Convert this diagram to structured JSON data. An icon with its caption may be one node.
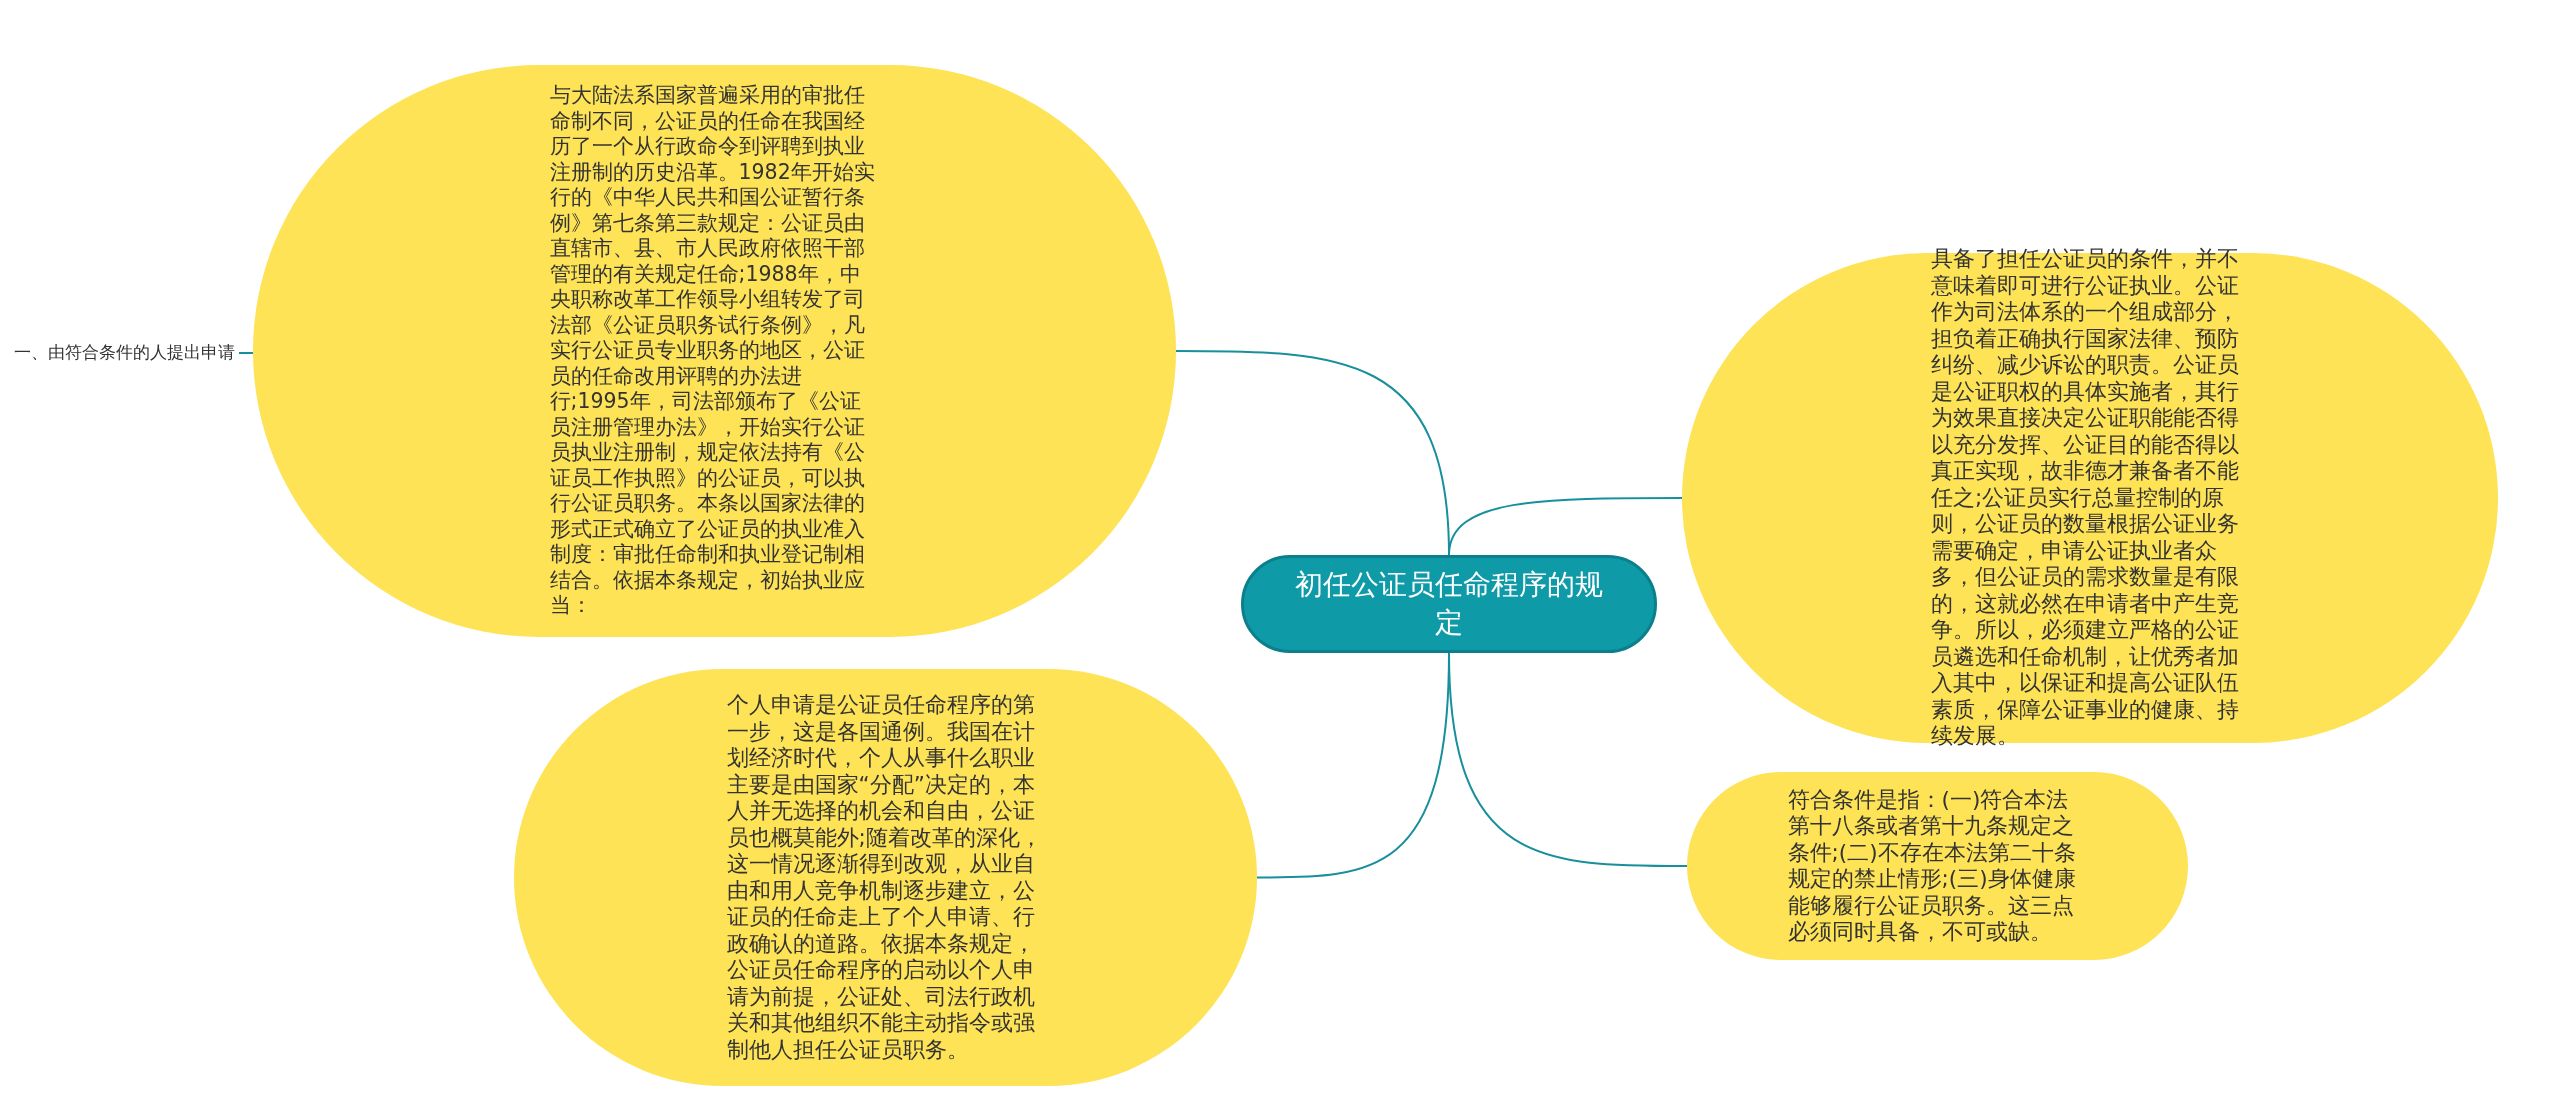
{
  "diagram": {
    "nodes": [
      {
        "text": [
          "初任公证员任命程序的规定"
        ]
      },
      {
        "text": [
          "与大陆法系国家普遍采用的审批任命制不同，公证员的任命在我国经历了一个从行政命令到评聘到执业注册制的历史沿革。1982年开始实行的《中华人民共和国公证暂行条例》第七条第三款规定：公证员由直辖市、县、市人民政府依照干部管理的有关规定任命;1988年，中央职称改革工作领导小组转发了司法部《公证员职务试行条例》，凡实行公证员专业职务的地区，公证员的任命改用评聘的办法进行;1995年，司法部颁布了《公证员注册管理办法》，开始实行公证员执业注册制，规定依法持有《公证员工作执照》的公证员，可以执行公证员职务。本条以国家法律的形式正式确立了公证员的执业准入制度：审批任命制和执业登记制相结合。依据本条规定，初始执业应当："
        ]
      },
      {
        "text": [
          "一、由符合条件的人提出申请"
        ]
      },
      {
        "text": [
          "个人申请是公证员任命程序的第一步，这是各国通例。我国在计划经济时代，个人从事什么职业主要是由国家“分配”决定的，本人并无选择的机会和自由，公证员也概莫能外;随着改革的深化，这一情况逐渐得到改观，从业自由和用人竞争机制逐步建立，公证员的任命走上了个人申请、行政确认的道路。依据本条规定，公证员任命程序的启动以个人申请为前提，公证处、司法行政机关和其他组织不能主动指令或强制他人担任公证员职务。"
        ]
      },
      {
        "text": [
          "具备了担任公证员的条件，并不意味着即可进行公证执业。公证作为司法体系的一个组成部分，担负着正确执行国家法律、预防纠纷、减少诉讼的职责。公证员是公证职权的具体实施者，其行为效果直接决定公证职能能否得以充分发挥、公证目的能否得以真正实现，故非德才兼备者不能任之;公证员实行总量控制的原则，公证员的数量根据公证业务需要确定，申请公证执业者众多，但公证员的需求数量是有限的，这就必然在申请者中产生竞争。所以，必须建立严格的公证员遴选和任命机制，让优秀者加入其中，以保证和提高公证队伍素质，保障公证事业的健康、持续发展。"
        ]
      },
      {
        "text": [
          "符合条件是指：(一)符合本法第十八条或者第十九条规定之条件;(二)不存在本法第二十条规定的禁止情形;(三)身体健康能够履行公证员职务。这三点必须同时具备，不可或缺。"
        ]
      }
    ],
    "edges": [
      {
        "from": 0,
        "to": 1,
        "arrow": "none"
      },
      {
        "from": 1,
        "to": 2,
        "arrow": "none"
      },
      {
        "from": 0,
        "to": 3,
        "arrow": "none"
      },
      {
        "from": 0,
        "to": 4,
        "arrow": "none"
      },
      {
        "from": 0,
        "to": 5,
        "arrow": "none"
      }
    ]
  }
}
